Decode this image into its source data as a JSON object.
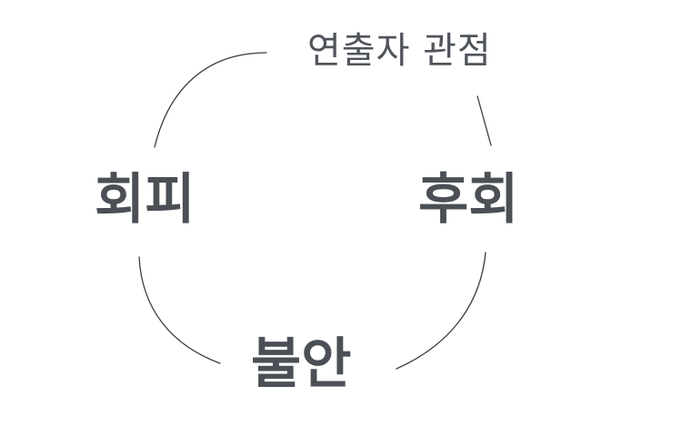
{
  "diagram": {
    "nodes": {
      "top": "연출자 관점",
      "right": "후회",
      "bottom": "불안",
      "left": "회피"
    },
    "colors": {
      "text": "#4b4f56",
      "line": "#3a3d42",
      "background": "#ffffff"
    }
  }
}
